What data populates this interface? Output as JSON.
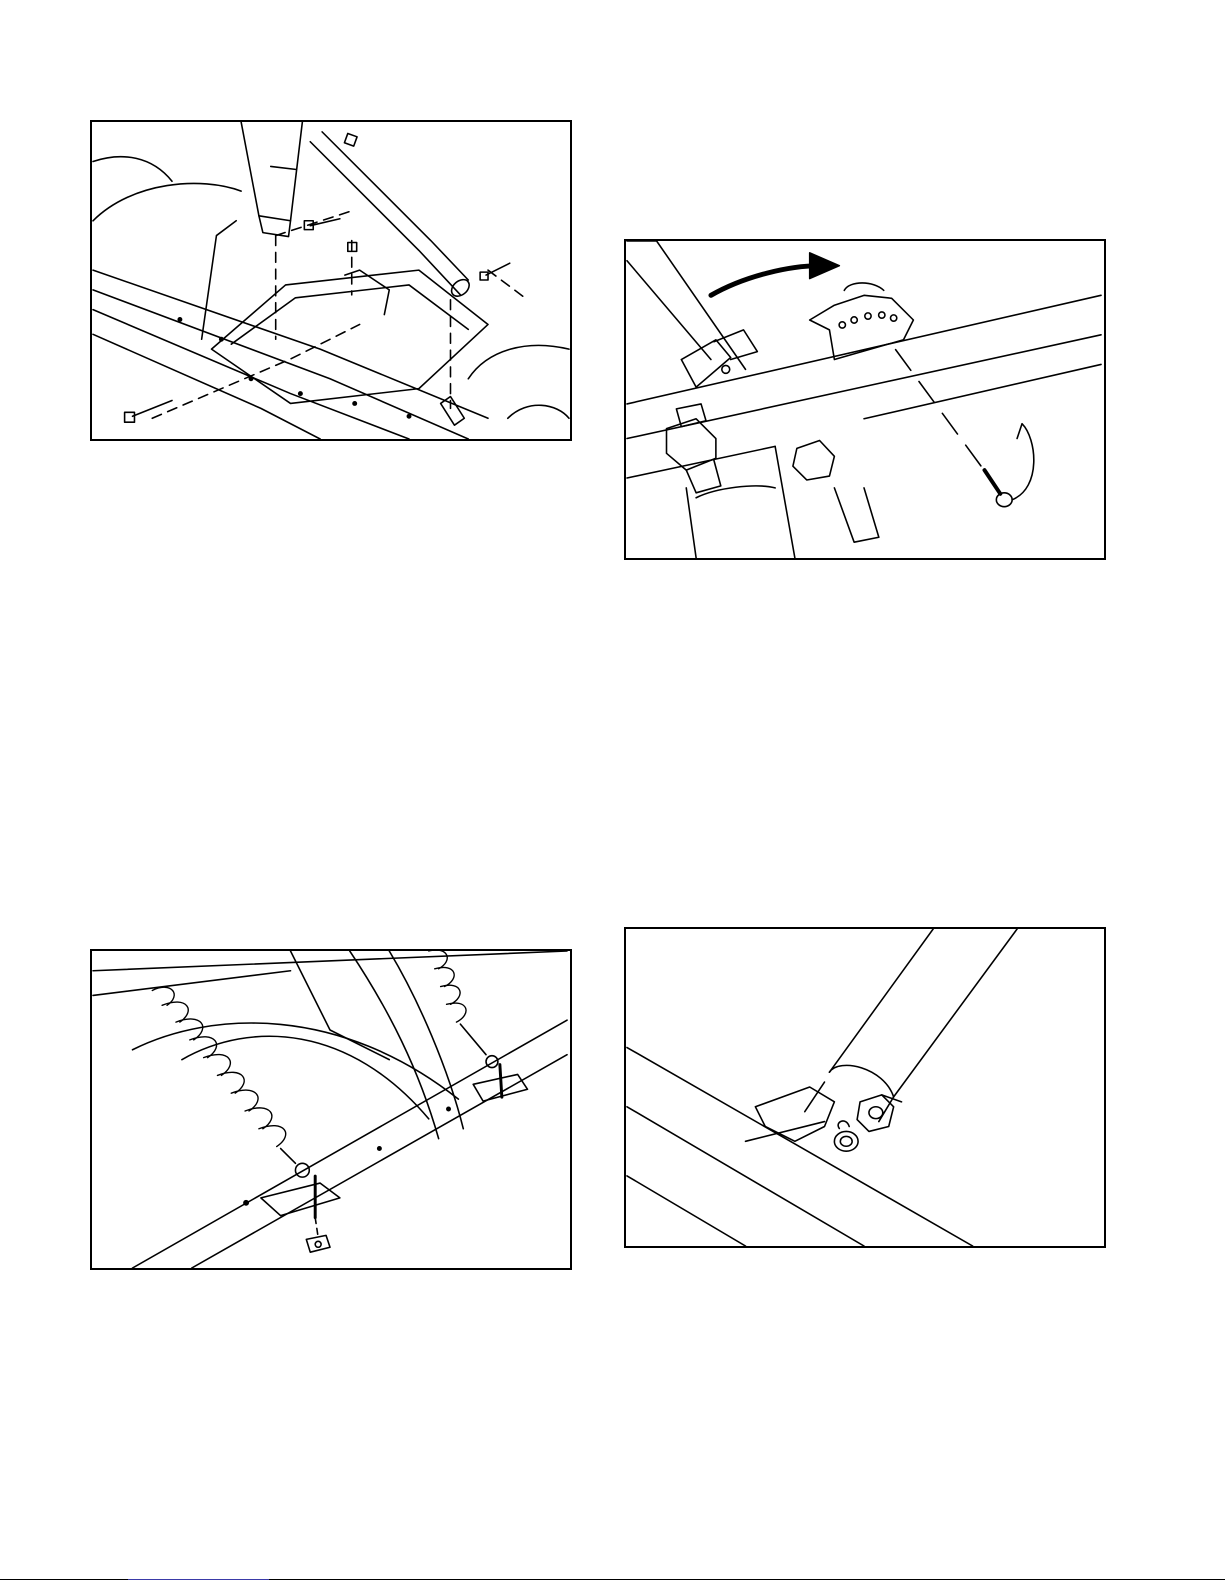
{
  "page": {
    "figures": [
      {
        "id": "fig-a",
        "subject": "hitch-frame-assembly"
      },
      {
        "id": "fig-b",
        "subject": "angle-lock-pin"
      },
      {
        "id": "fig-c",
        "subject": "blade-springs"
      },
      {
        "id": "fig-d",
        "subject": "hydraulic-cylinder"
      }
    ],
    "colors": {
      "line": "#000000",
      "paper": "#ffffff",
      "link": "#3a3aa8"
    }
  }
}
